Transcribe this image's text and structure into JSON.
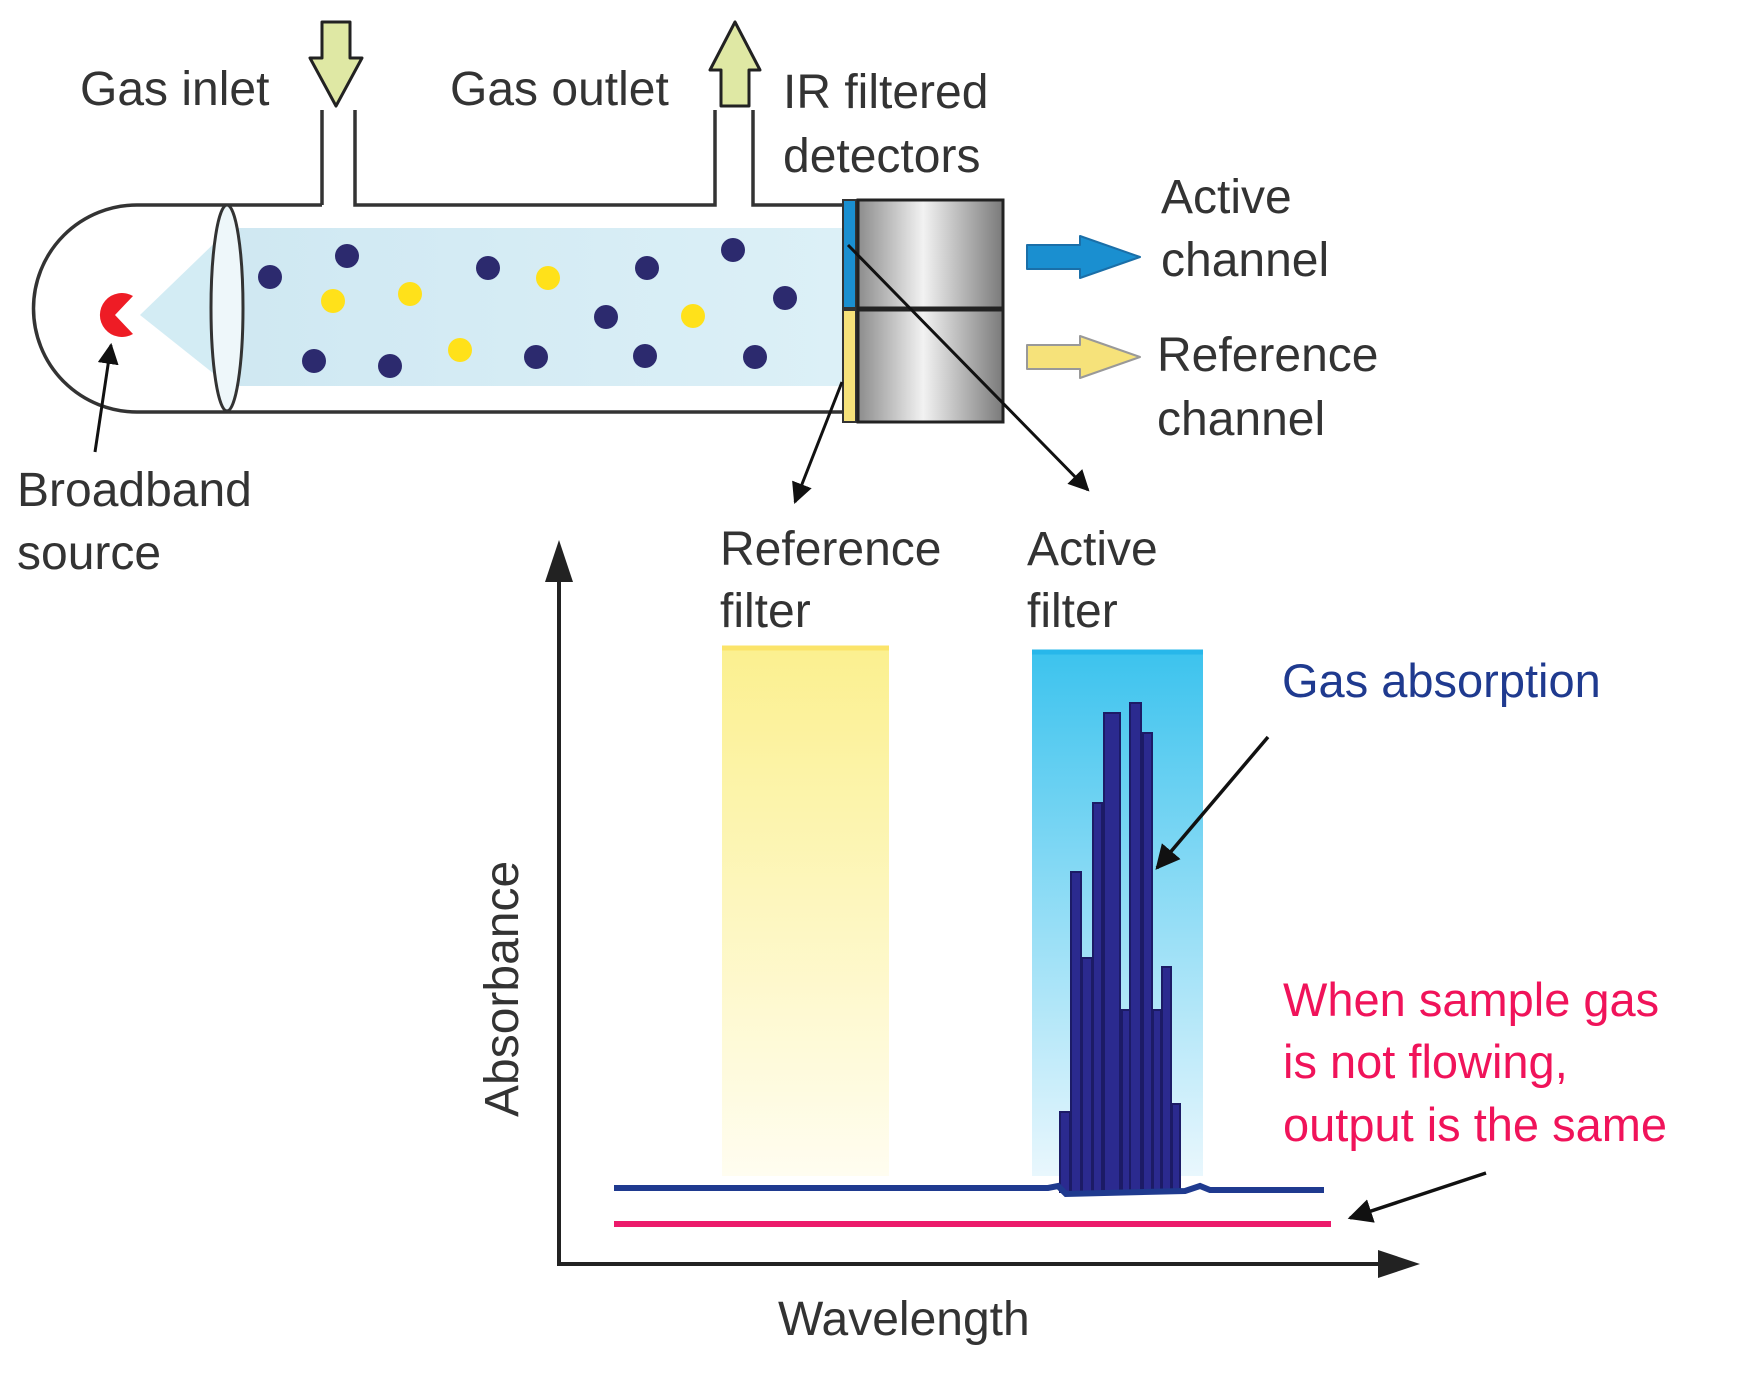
{
  "labels": {
    "gas_inlet": "Gas inlet",
    "gas_outlet": "Gas outlet",
    "ir_filtered_detectors": [
      "IR filtered",
      "detectors"
    ],
    "active_channel": [
      "Active",
      "channel"
    ],
    "reference_channel": [
      "Reference",
      "channel"
    ],
    "broadband_source": [
      "Broadband",
      "source"
    ],
    "reference_filter": [
      "Reference",
      "filter"
    ],
    "active_filter": [
      "Active",
      "filter"
    ],
    "gas_absorption": "Gas absorption",
    "note": [
      "When sample gas",
      "is not flowing,",
      "output is the same"
    ],
    "y_axis": "Absorbance",
    "x_axis": "Wavelength"
  },
  "colors": {
    "gas_molecule": "#2c2a6e",
    "other_molecule": "#ffe11a",
    "source": "#ee1c25",
    "tube_fill": "#d9eef6",
    "active_channel": "#1a8fd0",
    "reference_channel": "#f6e27a",
    "flow_arrow": "#dfe8a4",
    "absorption_line": "#1f3a8f",
    "flat_output_line": "#ec1a6b",
    "note_text": "#f0135a",
    "absorption_text": "#1f3a8f",
    "reference_filter_band": "#fbf08f",
    "active_filter_band": "#3cc3ee"
  },
  "icons": {
    "gas_inlet": "down-arrow-icon",
    "gas_outlet": "up-arrow-icon",
    "active_channel": "right-arrow-icon",
    "reference_channel": "right-arrow-icon",
    "source": "broadband-source-icon"
  }
}
